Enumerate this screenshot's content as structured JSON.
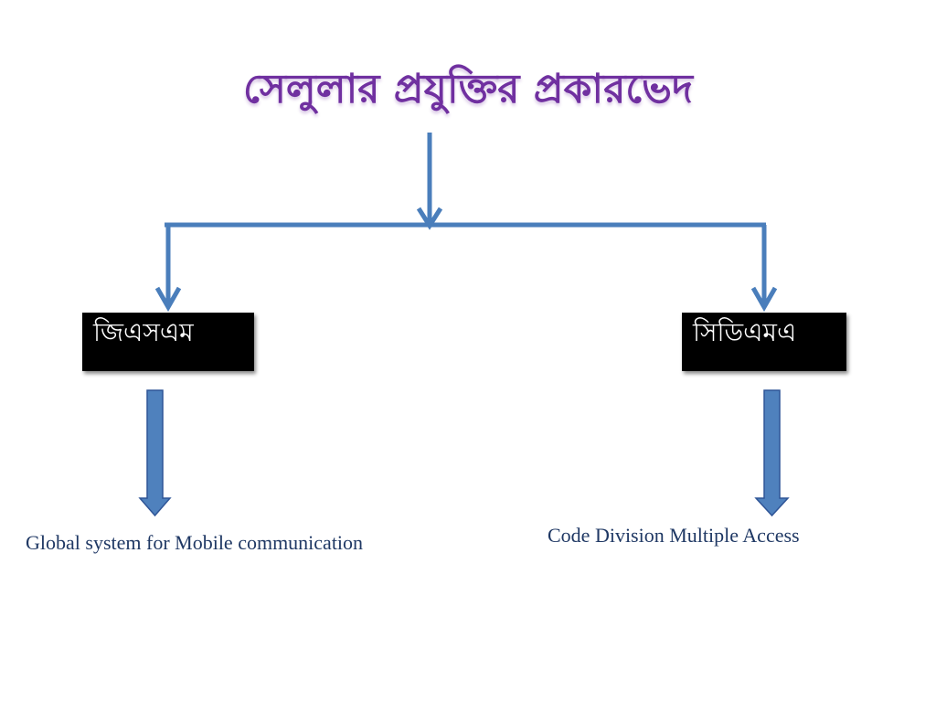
{
  "diagram": {
    "title": "সেলুলার প্রযুক্তির প্রকারভেদ",
    "branches": [
      {
        "label": "জিএসএম",
        "description": "Global system for Mobile communication"
      },
      {
        "label": "সিডিএমএ",
        "description": "Code Division Multiple Access"
      }
    ]
  },
  "colors": {
    "title": "#7030a0",
    "connector": "#4a7ebb",
    "block_arrow_fill": "#4f81bd",
    "block_arrow_stroke": "#2f5597",
    "box_background": "#000000",
    "box_text": "#ffffff",
    "caption_text": "#1f3864"
  }
}
